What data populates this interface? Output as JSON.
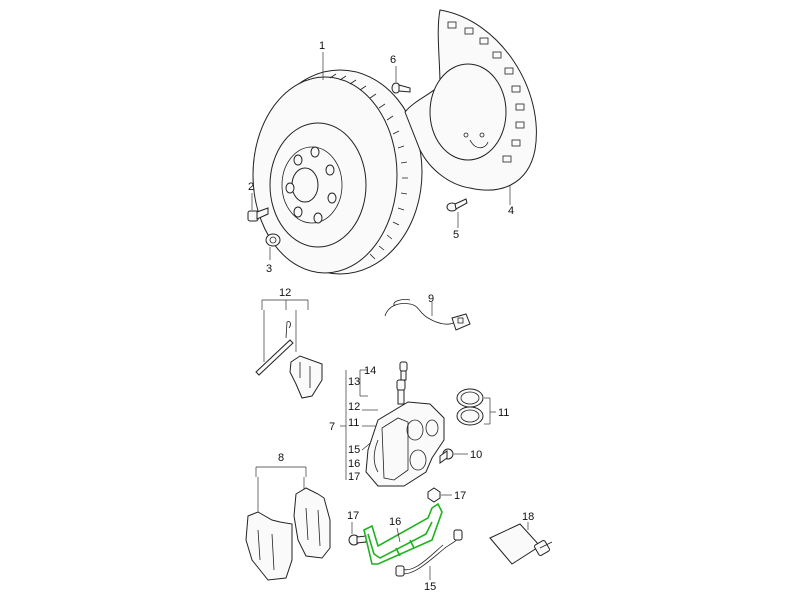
{
  "callouts": {
    "c1": "1",
    "c2": "2",
    "c3": "3",
    "c4": "4",
    "c5": "5",
    "c6": "6",
    "c7": "7",
    "c8": "8",
    "c9": "9",
    "c10": "10",
    "c11": "11",
    "c12": "12",
    "c13": "13",
    "c14": "14",
    "c15": "15",
    "c16": "16",
    "c17a": "17",
    "c17b": "17",
    "c18": "18",
    "g12": "12",
    "g11": "11",
    "g15": "15",
    "g16": "16",
    "g17": "17"
  },
  "colors": {
    "highlight": "#1fb31f",
    "line": "#222222"
  }
}
